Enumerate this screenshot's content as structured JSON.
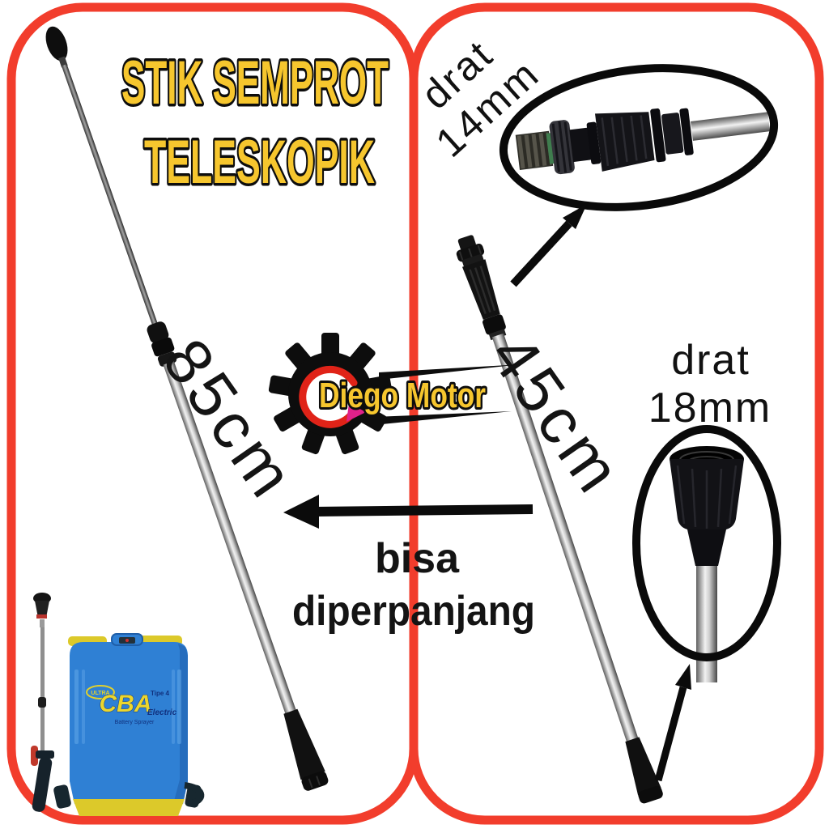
{
  "poster": {
    "left_panel": {
      "title_line1": "STIK SEMPROT",
      "title_line2": "TELESKOPIK",
      "length_label": "85cm"
    },
    "right_panel": {
      "length_label": "45cm",
      "thread_top_line1": "drat",
      "thread_top_line2": "14mm",
      "thread_bottom_line1": "drat",
      "thread_bottom_line2": "18mm",
      "note_line1": "bisa",
      "note_line2": "diperpanjang"
    },
    "logo": {
      "name": "Diego Motor"
    },
    "sprayer": {
      "badge": "ULTRA",
      "brand": "CBA",
      "model": "Tipe 4",
      "variant": "Electric",
      "category": "Battery Sprayer"
    },
    "colors": {
      "frame_red": "#f23d2c",
      "accent_yellow": "#f6c62e",
      "outline_black": "#0d0d0d",
      "tank_blue": "#2f80d4",
      "cap_yellow": "#dcc92a",
      "logo_ring_red": "#e02318",
      "logo_arrow_pink": "#e0218a",
      "metal_silver": "#d9d9d9"
    }
  }
}
